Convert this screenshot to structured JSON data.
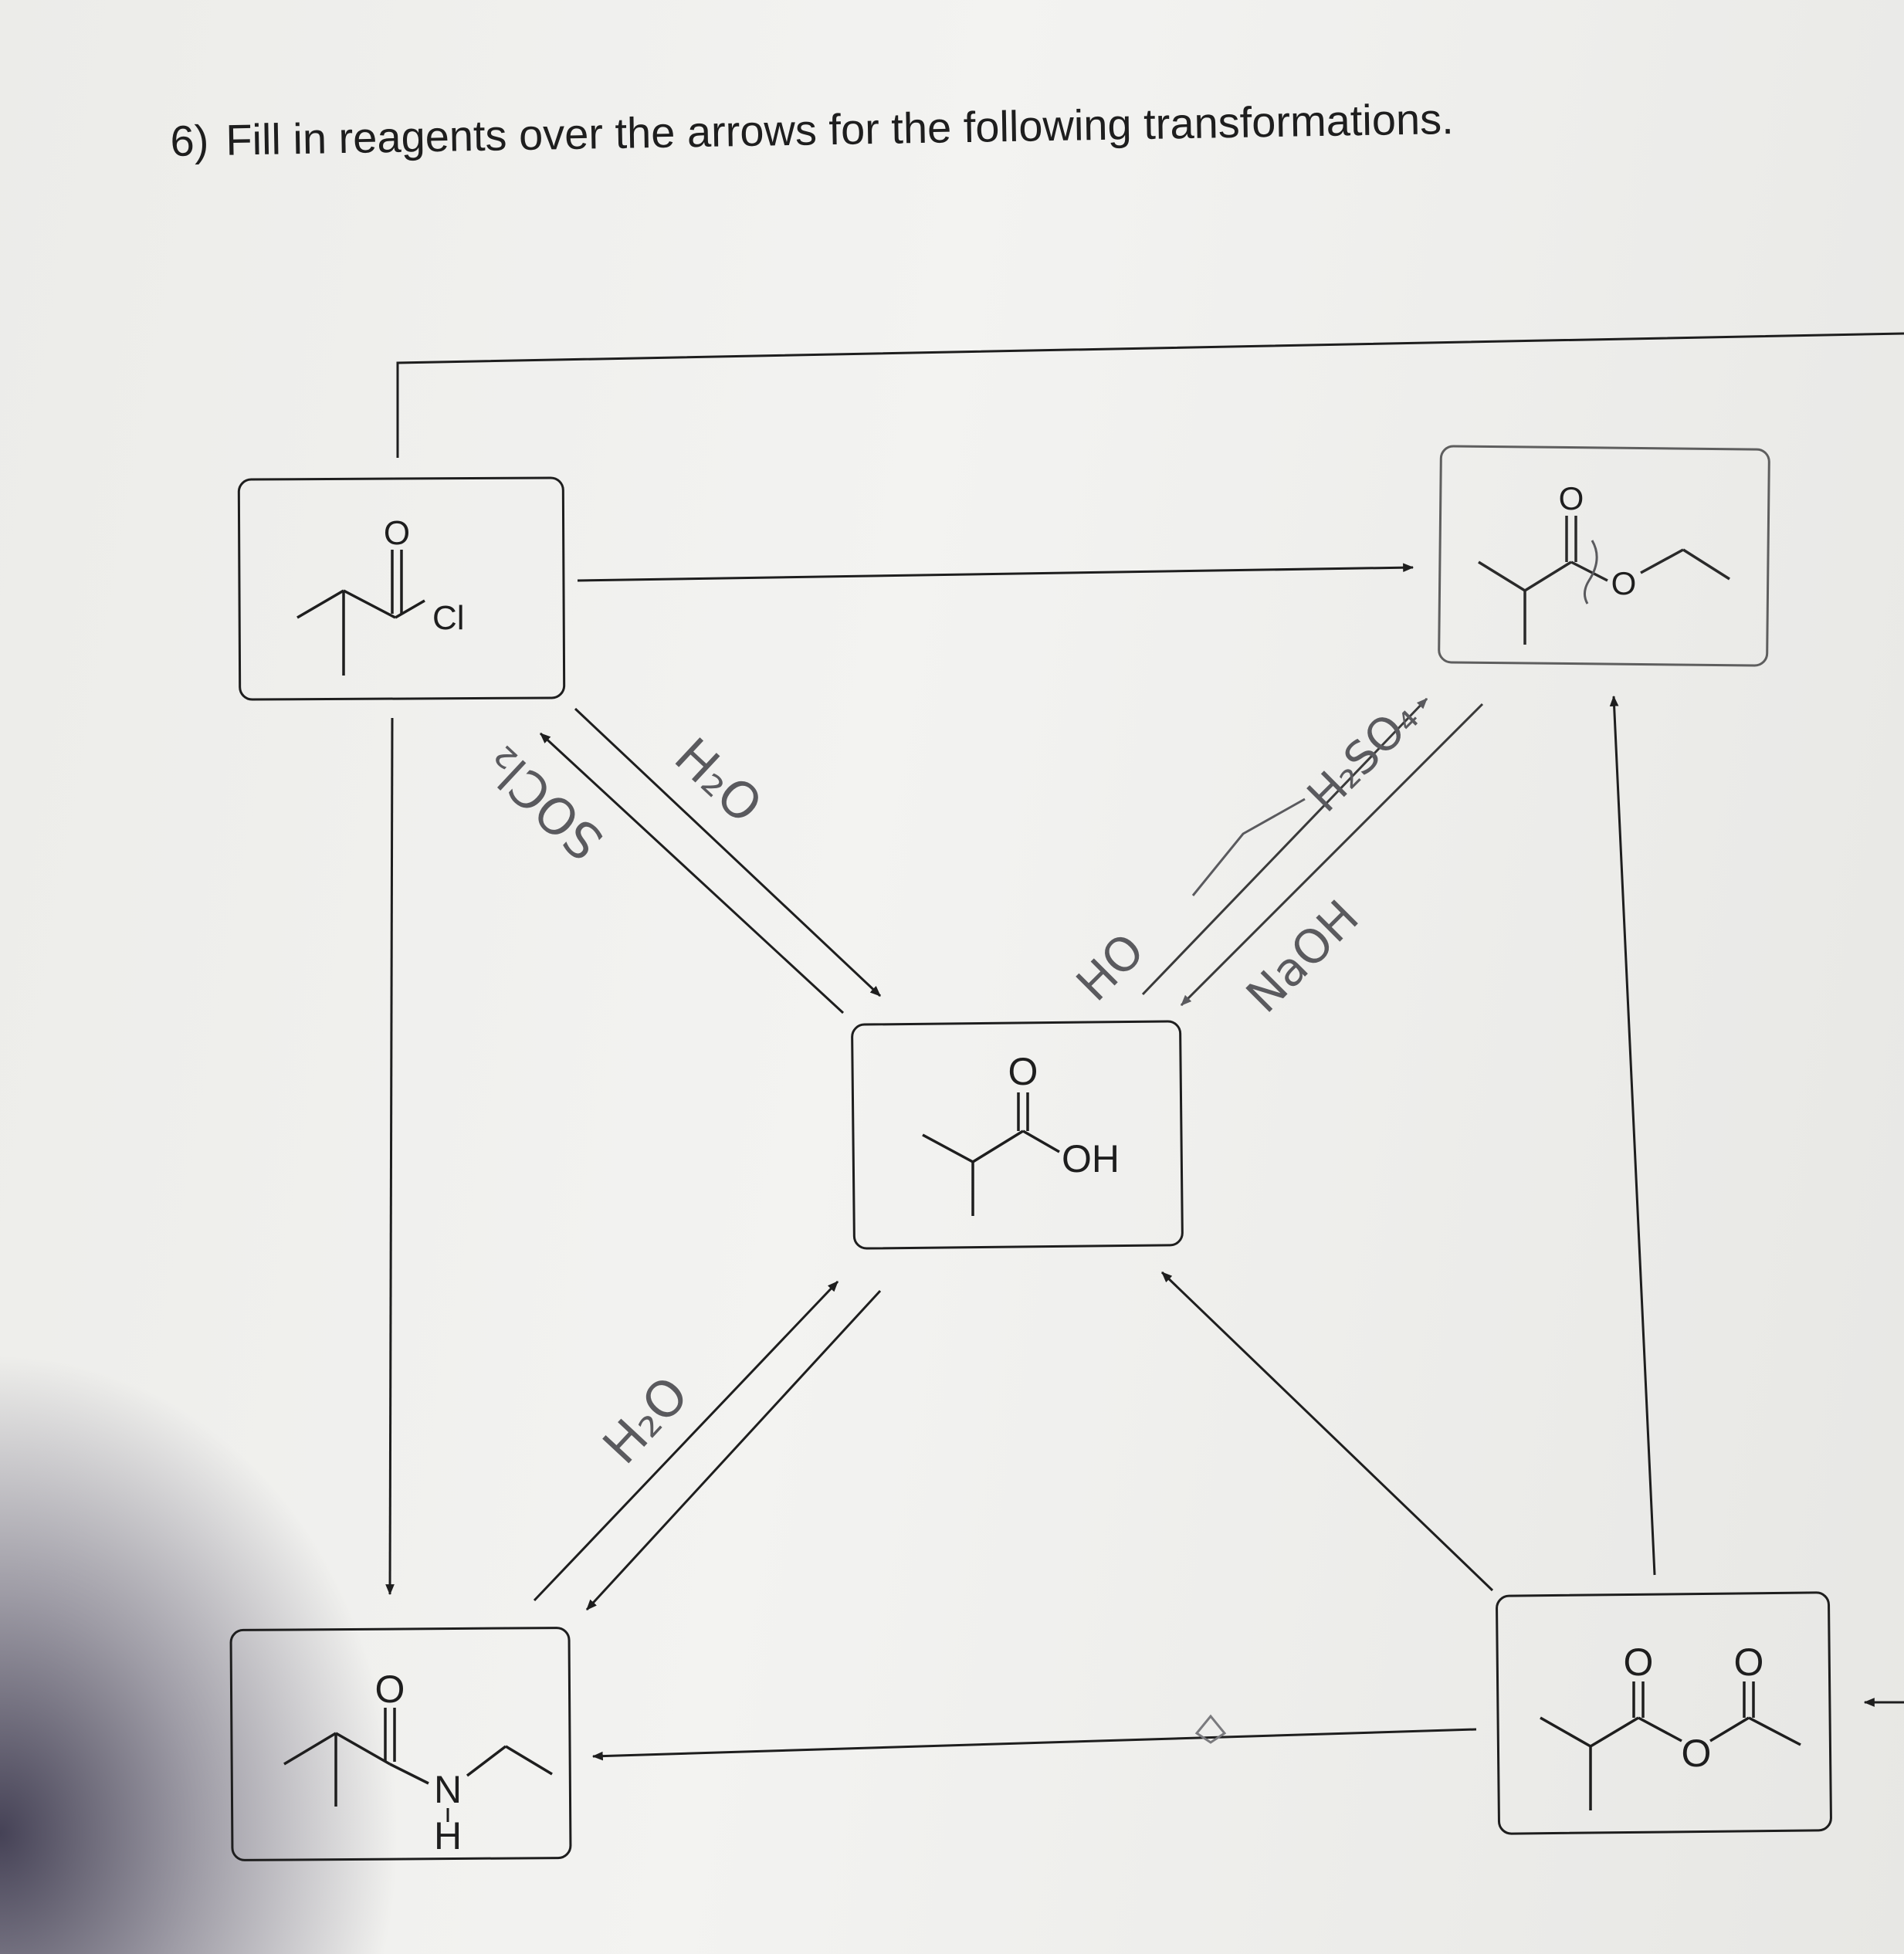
{
  "question": {
    "number": "6)",
    "text": "Fill in reagents over the arrows for the following transformations."
  },
  "compounds": {
    "acid_chloride": {
      "carbonyl_o": "O",
      "leaving": "Cl"
    },
    "ester": {
      "carbonyl_o": "O",
      "ether_o": "O"
    },
    "carboxylic_acid": {
      "carbonyl_o": "O",
      "hydroxyl": "OH"
    },
    "amide": {
      "carbonyl_o": "O",
      "n": "N",
      "h": "H"
    },
    "anhydride": {
      "carbonyl_o1": "O",
      "carbonyl_o2": "O",
      "bridge_o": "O"
    }
  },
  "handwritten_reagents": {
    "acid_chloride_to_acid": "H₂O",
    "acid_to_acid_chloride": "SOCl₂",
    "ethanol_label": "HO",
    "acid_to_ester": "H₂SO₄",
    "ester_to_acid": "NaOH",
    "amide_to_acid": "H₂O"
  },
  "colors": {
    "ink": "#1e1e1e",
    "pencil": "#5a5a5e",
    "paper": "#efefec"
  }
}
